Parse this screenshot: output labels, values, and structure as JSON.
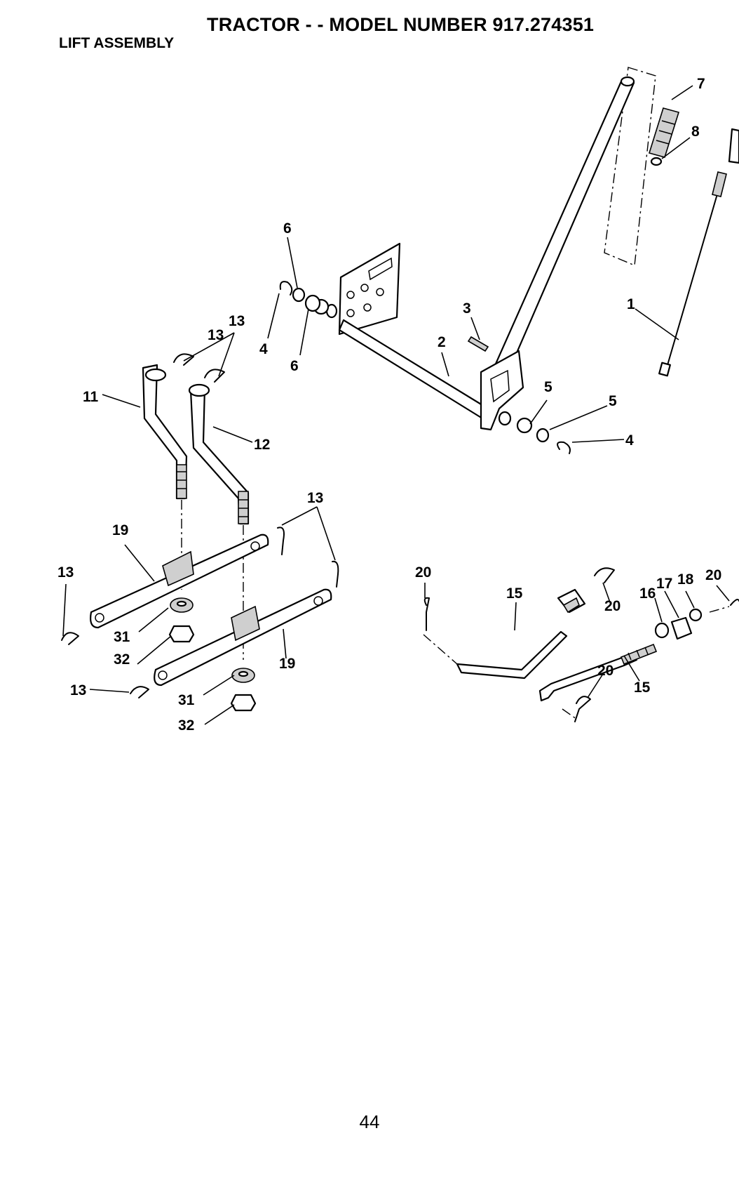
{
  "header": {
    "title": "TRACTOR - - MODEL NUMBER 917.274351",
    "section": "LIFT ASSEMBLY"
  },
  "callouts": [
    "1",
    "2",
    "3",
    "4",
    "4",
    "5",
    "5",
    "6",
    "6",
    "7",
    "8",
    "11",
    "12",
    "13",
    "13",
    "13",
    "13",
    "13",
    "15",
    "15",
    "16",
    "17",
    "18",
    "19",
    "19",
    "20",
    "20",
    "20",
    "20",
    "31",
    "31",
    "32",
    "32"
  ],
  "footer": {
    "page_number": "44"
  }
}
